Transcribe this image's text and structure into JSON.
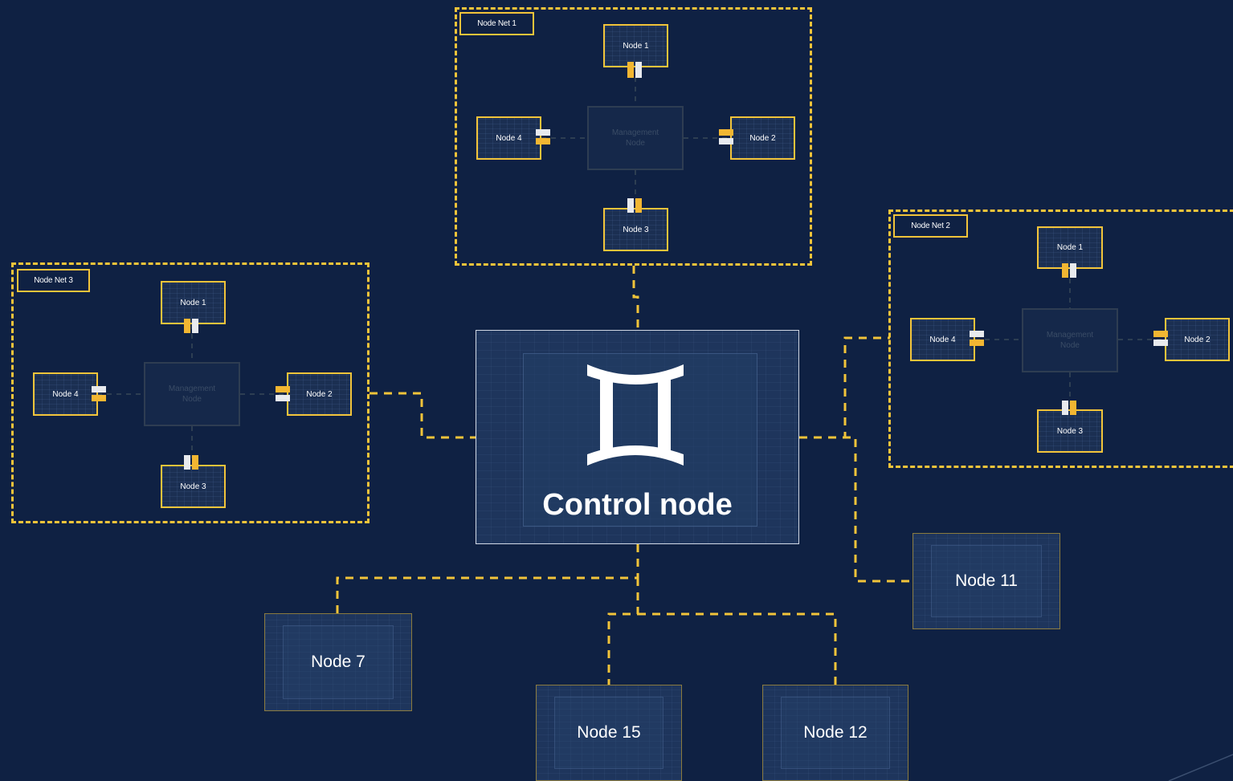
{
  "diagram": {
    "control_node": {
      "label": "Control node",
      "icon": "gemini-icon"
    },
    "node_nets": [
      {
        "label": "Node Net 1",
        "management": "Management\nNode",
        "nodes": [
          "Node 1",
          "Node 2",
          "Node 3",
          "Node 4"
        ]
      },
      {
        "label": "Node Net 2",
        "management": "Management\nNode",
        "nodes": [
          "Node 1",
          "Node 2",
          "Node 3",
          "Node 4"
        ]
      },
      {
        "label": "Node Net 3",
        "management": "Management\nNode",
        "nodes": [
          "Node 1",
          "Node 2",
          "Node 3",
          "Node 4"
        ]
      }
    ],
    "standalone_nodes": [
      "Node 7",
      "Node 15",
      "Node 12",
      "Node 11"
    ],
    "colors": {
      "background": "#0f2143",
      "connector": "#f2c43a",
      "port_yellow": "#f2b632",
      "port_white": "#e8eaee"
    }
  }
}
